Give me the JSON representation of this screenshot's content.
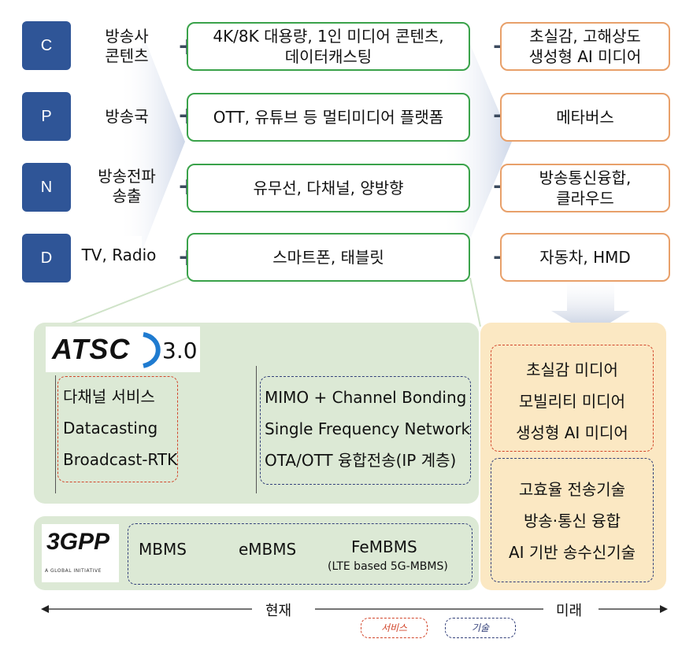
{
  "rows": [
    {
      "letter": "C",
      "label": "방송사\n콘텐츠",
      "service": "4K/8K 대용량, 1인 미디어 콘텐츠,\n데이터캐스팅",
      "future": "초실감, 고해상도\n생성형 AI 미디어"
    },
    {
      "letter": "P",
      "label": "방송국",
      "service": "OTT, 유튜브 등 멀티미디어 플랫폼",
      "future": "메타버스"
    },
    {
      "letter": "N",
      "label": "방송전파\n송출",
      "service": "유무선, 다채널, 양방향",
      "future": "방송통신융합,\n클라우드"
    },
    {
      "letter": "D",
      "label": "TV, Radio",
      "service": "스마트폰, 태블릿",
      "future": "자동차, HMD"
    }
  ],
  "atsc": {
    "logo_text": "ATSC",
    "version": "3.0",
    "services": [
      "다채널 서비스",
      "Datacasting",
      "Broadcast-RTK"
    ],
    "technologies": [
      "MIMO + Channel Bonding",
      "Single Frequency Network",
      "OTA/OTT 융합전송(IP 계층)"
    ]
  },
  "threegpp": {
    "logo_text": "3GPP",
    "logo_tagline": "A GLOBAL INITIATIVE",
    "steps": [
      "MBMS",
      "eMBMS",
      "FeMBMS"
    ],
    "note": "(LTE based 5G-MBMS)"
  },
  "future_panel": {
    "services": [
      "초실감 미디어",
      "모빌리티 미디어",
      "생성형 AI 미디어"
    ],
    "technologies": [
      "고효율 전송기술",
      "방송·통신 융합",
      "AI 기반 송수신기술"
    ]
  },
  "timeline": {
    "present": "현재",
    "future": "미래"
  },
  "legend": {
    "service": "서비스",
    "technology": "기술"
  },
  "colors": {
    "letter_box": "#2f5597",
    "green_border": "#3aa24a",
    "orange_border": "#e8a06a",
    "green_panel": "#dce9d5",
    "yellow_panel": "#fbe8c3",
    "red_dash": "#d2462b",
    "blue_dash": "#33407a"
  }
}
